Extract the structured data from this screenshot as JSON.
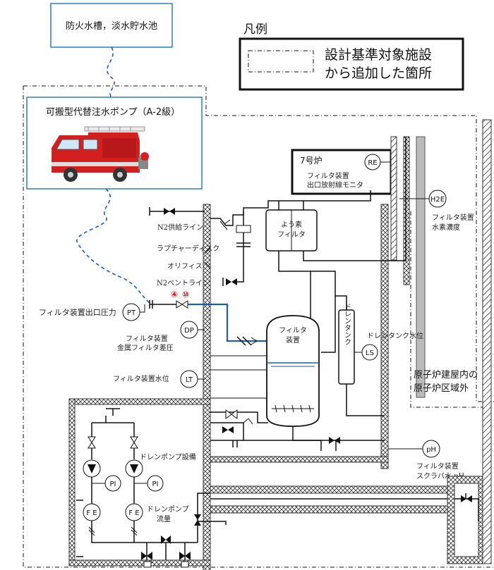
{
  "source": {
    "label": "防火水槽，淡水貯水池"
  },
  "legend": {
    "title": "凡例",
    "line1": "設計基準対象施設",
    "line2": "から追加した箇所"
  },
  "pump": {
    "label": "可搬型代替注水ポンプ（A-2級）"
  },
  "reactor_monitor": {
    "unit": "7号炉",
    "line1": "フィルタ装置",
    "line2": "出口放射線モニタ",
    "tag": "RE"
  },
  "hydrogen": {
    "tag": "H2E",
    "line1": "フィルタ装置",
    "line2": "水素濃度"
  },
  "iodine_filter": {
    "line1": "よう素",
    "line2": "フィルタ"
  },
  "labels": {
    "n2_supply": "N2供給ライン",
    "rupture_disk": "ラプチャーディスク",
    "orifice": "オリフィス",
    "n2_vent": "N2ベントライン",
    "outlet_pressure": "フィルタ装置出口圧力",
    "metal_filter_dp_1": "フィルタ装置",
    "metal_filter_dp_2": "金属フィルタ差圧",
    "water_level": "フィルタ装置水位",
    "filter_vessel_1": "フィルタ",
    "filter_vessel_2": "装置",
    "drain_tank": "ドレンタンク",
    "drain_tank_level": "ドレンタンク水位",
    "drain_pump_equipment": "ドレンポンプ設備",
    "drain_pump_flow_1": "ドレンポンプ",
    "drain_pump_flow_2": "流量",
    "scrubber_ph_1": "フィルタ装置",
    "scrubber_ph_2": "スクラバ水 pH",
    "reactor_zone_1": "原子炉建屋内の",
    "reactor_zone_2": "原子炉区域外"
  },
  "instruments": {
    "pt": "PT",
    "dp": "DP",
    "lt": "LT",
    "ls": "LS",
    "ph": "pH",
    "pi": "PI",
    "fe": "F E"
  },
  "markers": {
    "m1": "④",
    "m2": "⑩"
  },
  "colors": {
    "blue_line": "#1a5fb4",
    "box_border": "#2a7fc0",
    "marker_red": "#e00000"
  }
}
